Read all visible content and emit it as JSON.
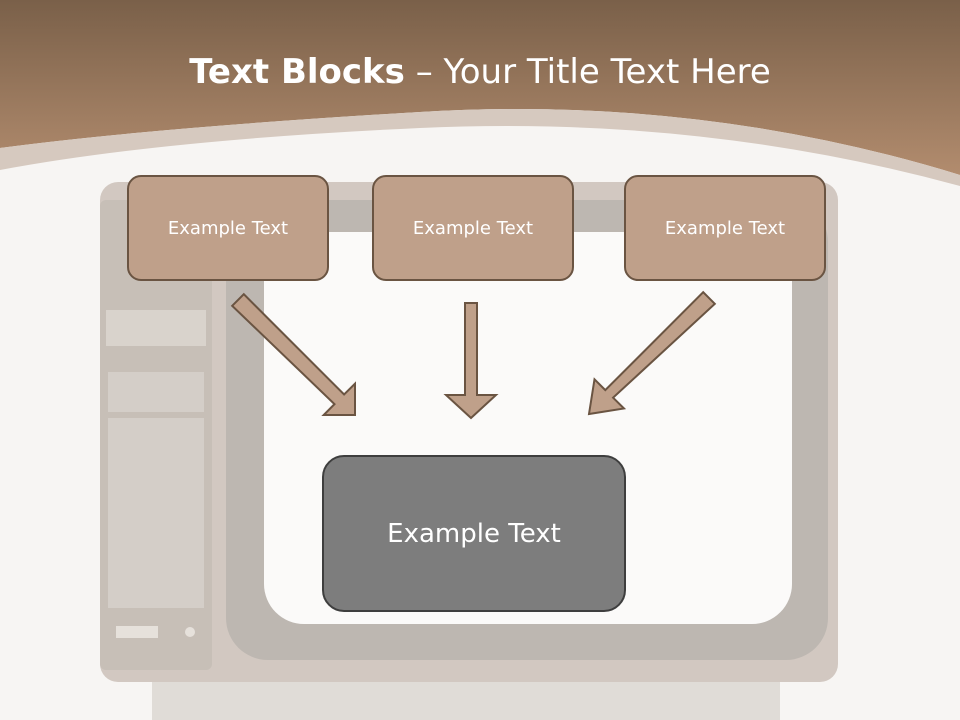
{
  "title": {
    "bold": "Text Blocks",
    "rest": " – Your Title Text Here"
  },
  "blocks": {
    "top_left": "Example Text",
    "top_center": "Example Text",
    "top_right": "Example Text",
    "bottom": "Example Text"
  },
  "colors": {
    "header_dark": "#7a6049",
    "header_light": "#b08a6c",
    "box_fill": "#bfa08a",
    "box_border": "#6a5442",
    "main_box_fill": "#7d7d7d",
    "arrow_fill": "#bfa08a"
  }
}
